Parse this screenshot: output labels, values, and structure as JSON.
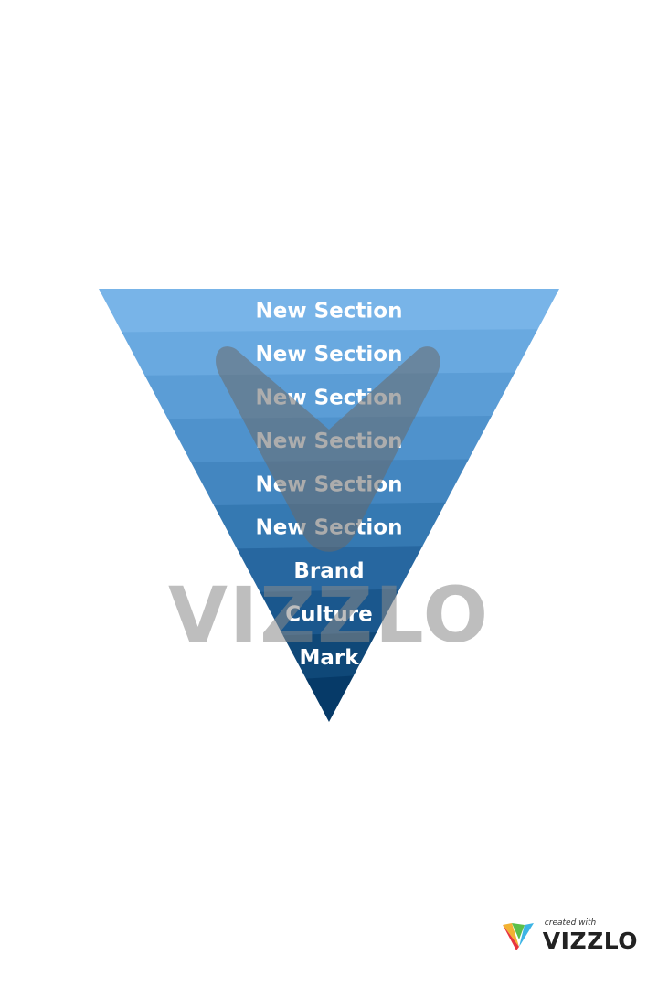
{
  "diagram": {
    "type": "inverted-pyramid",
    "layers": [
      {
        "label": "New Section",
        "color": "#78b4e8"
      },
      {
        "label": "New Section",
        "color": "#69a9e0"
      },
      {
        "label": "New Section",
        "color": "#5b9dd6"
      },
      {
        "label": "New Section",
        "color": "#4f92cc"
      },
      {
        "label": "New Section",
        "color": "#4386c0"
      },
      {
        "label": "New Section",
        "color": "#3579b2"
      },
      {
        "label": "Brand",
        "color": "#2767a0"
      },
      {
        "label": "Culture",
        "color": "#1a578d"
      },
      {
        "label": "Mark",
        "color": "#0f4878"
      },
      {
        "label": "",
        "color": "#063a68"
      }
    ]
  },
  "watermark": {
    "text": "VIZZLO",
    "color": "#8a8a8a"
  },
  "footer": {
    "created_with": "created with",
    "brand": "VIZZLO",
    "logo_colors": [
      "#f2b233",
      "#e8343f",
      "#3cb4e5",
      "#5bbf4a"
    ]
  }
}
